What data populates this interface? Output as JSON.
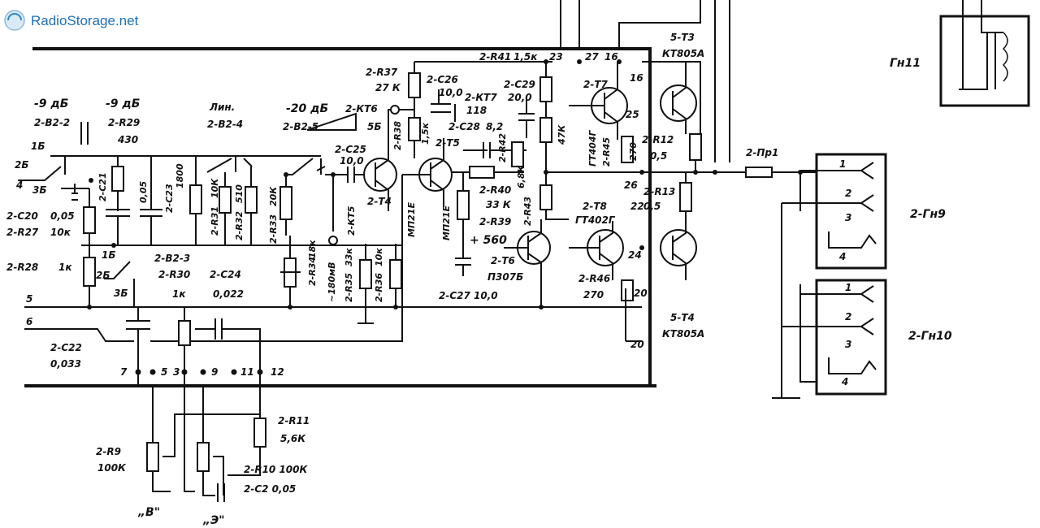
{
  "watermark": {
    "brand": "RadioStorage.net",
    "color": "#2a86c9"
  },
  "labels": {
    "db9_left": "-9 дБ",
    "db9_right": "-9 дБ",
    "b22": "2-В2-2",
    "r29": "2-R29",
    "r29_val": "430",
    "lin": "Лин.",
    "b24": "2-В2-4",
    "db20": "-20 дБ",
    "kt6": "2-КТ6",
    "b25": "2-В2-5",
    "sw5b": "5Б",
    "r37": "2-R37",
    "r37_val": "27 К",
    "c26": "2-С26",
    "c26_val": "10,0",
    "kt7": "2-КТ7",
    "kt7_val": "118",
    "c29": "2-С29",
    "c29_val": "20,0",
    "r41": "2-R41",
    "r41_val": "1,5к",
    "n23": "23",
    "n27": "27",
    "n16a": "16",
    "t3": "5-Т3",
    "t3_type": "КТ805А",
    "gn11": "Гн11",
    "r38": "2-R38",
    "r38_val": "1,5к",
    "c28": "2-С28",
    "c28_val": "8,2",
    "t7": "2-Т7",
    "gt404": "ГТ404Г",
    "n16b": "16",
    "n25": "25",
    "r45": "2-R45",
    "r45_val": "270",
    "r12": "2-R12",
    "r12_val": "0,5",
    "pr1": "2-Пр1",
    "s1b": "1Б",
    "s2b": "2Б",
    "s3b": "3Б",
    "n4": "4",
    "c21": "2-С21",
    "c21_val": "0,05",
    "c23": "2-С23",
    "c23_val": "1800",
    "r31": "2-R31",
    "r31_val": "10К",
    "r32": "2-R32",
    "r32_val": "510",
    "r33": "2-R33",
    "r33_val": "20К",
    "c25": "2-С25",
    "c25_val": "10,0",
    "t4": "2-Т4",
    "mp21e_a": "МП21Е",
    "t5": "2-Т5",
    "mp21e_b": "МП21Е",
    "r40": "2-R40",
    "r40_val": "33 К",
    "r42": "2-R42",
    "r42_val": "47К",
    "r43": "2-R43",
    "r43_val": "6,8К",
    "n26": "26",
    "t8": "2-Т8",
    "gt402": "ГТ402Г",
    "n22": "22",
    "r13": "2-R13",
    "r13_val": "0,5",
    "gn9": "2-Гн9",
    "c20": "2-С20",
    "c20_val": "0,05",
    "r27": "2-R27",
    "r27_val": "10к",
    "r28": "2-R28",
    "r28_val": "1к",
    "b23": "2-В2-3",
    "r30": "2-R30",
    "r30_val": "1к",
    "c24": "2-С24",
    "c24_val": "0,022",
    "r34": "2-R34",
    "r34_val": "18к",
    "mv180": "~180мВ",
    "r35": "2-R35",
    "r35_val": "33к",
    "kt5": "2-КТ5",
    "r36": "2-R36",
    "r36_val": "10к",
    "r39": "2-R39",
    "r39_val": "+ 560",
    "t6": "2-Т6",
    "p307": "П307Б",
    "r46": "2-R46",
    "r46_val": "270",
    "n24": "24",
    "n20a": "20",
    "c27": "2-С27 10,0",
    "t4b": "5-Т4",
    "t4b_type": "КТ805А",
    "n20b": "20",
    "gn10": "2-Гн10",
    "n5": "5",
    "n6": "6",
    "c22": "2-С22",
    "c22_val": "0,033",
    "b7": "7",
    "b5": "5",
    "b3": "3",
    "b9": "9",
    "b11": "11",
    "b12": "12",
    "r9": "2-R9",
    "r9_val": "100К",
    "r11": "2-R11",
    "r11_val": "5,6К",
    "r10": "2-R10 100К",
    "c2": "2-С2 0,05",
    "treble": "„В\"",
    "bass": "„Э\"",
    "j9_1": "1",
    "j9_2": "2",
    "j9_3": "3",
    "j9_4": "4",
    "j10_1": "1",
    "j10_2": "2",
    "j10_3": "3",
    "j10_4": "4"
  }
}
